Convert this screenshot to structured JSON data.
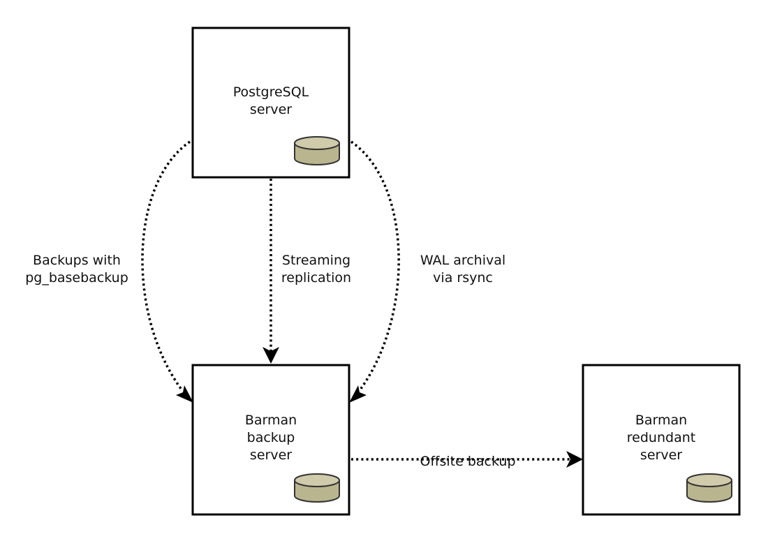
{
  "nodes": {
    "postgres": {
      "label": "PostgreSQL\nserver",
      "icon": "database-icon"
    },
    "barman": {
      "label": "Barman\nbackup\nserver",
      "icon": "database-icon"
    },
    "redundant": {
      "label": "Barman\nredundant\nserver",
      "icon": "database-icon"
    }
  },
  "edges": {
    "pg_basebackup": {
      "label": "Backups with\npg_basebackup"
    },
    "streaming": {
      "label": "Streaming\nreplication"
    },
    "wal": {
      "label": "WAL archival\nvia rsync"
    },
    "offsite": {
      "label": "Offsite backup"
    }
  },
  "colors": {
    "database_fill": "#b9b58f",
    "stroke": "#000000"
  }
}
